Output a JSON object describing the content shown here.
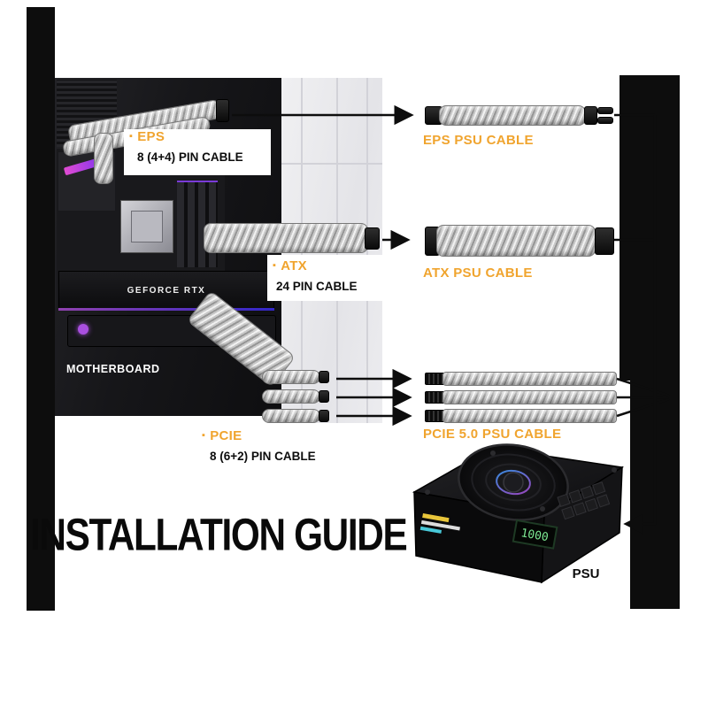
{
  "title": "INSTALLATION GUIDE",
  "accent_color": "#F0A42E",
  "glyphs": {
    "bullet": "▪"
  },
  "board": {
    "eps_label": "EPS",
    "eps_sub": "8 (4+4) PIN CABLE",
    "atx_label": "ATX",
    "atx_sub": "24 PIN CABLE",
    "pcie_label": "PCIE",
    "pcie_sub": "8 (6+2) PIN CABLE",
    "motherboard_label": "MOTHERBOARD",
    "gpu_text": "GEFORCE RTX"
  },
  "cables": {
    "eps": "EPS PSU CABLE",
    "atx": "ATX PSU CABLE",
    "pcie": "PCIE 5.0 PSU CABLE"
  },
  "psu": {
    "label": "PSU",
    "display": "1000"
  }
}
